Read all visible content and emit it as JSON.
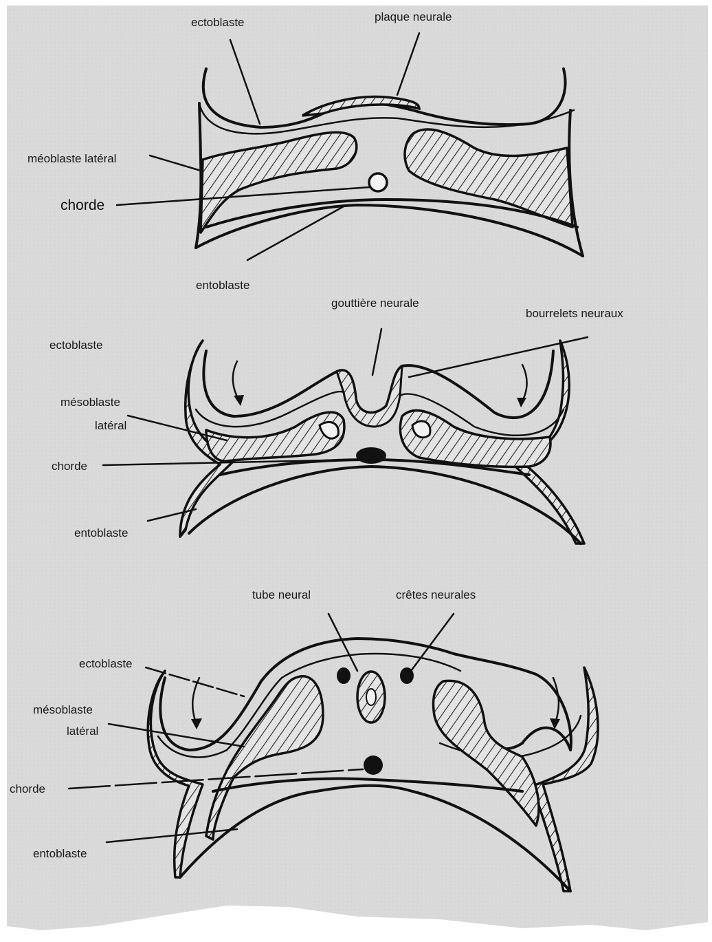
{
  "figure": {
    "panel_top": {
      "labels": {
        "ectoblaste": "ectoblaste",
        "plaque_neurale": "plaque neurale",
        "mesoblaste_lateral": "méoblaste latéral",
        "chorde": "chorde",
        "entoblaste": "entoblaste"
      }
    },
    "panel_middle": {
      "labels": {
        "gouttiere_neurale": "gouttière neurale",
        "bourrelets_neuraux": "bourrelets neuraux",
        "ectoblaste": "ectoblaste",
        "mesoblaste": "mésoblaste",
        "lateral": "latéral",
        "chorde": "chorde",
        "entoblaste": "entoblaste"
      }
    },
    "panel_bottom": {
      "labels": {
        "tube_neural": "tube neural",
        "cretes_neurales": "crêtes neurales",
        "ectoblaste": "ectoblaste",
        "mesoblaste": "mésoblaste",
        "lateral": "latéral",
        "chorde": "chorde",
        "entoblaste": "entoblaste"
      }
    },
    "colors": {
      "background": "#dcdcdc",
      "ink": "#111111"
    }
  }
}
